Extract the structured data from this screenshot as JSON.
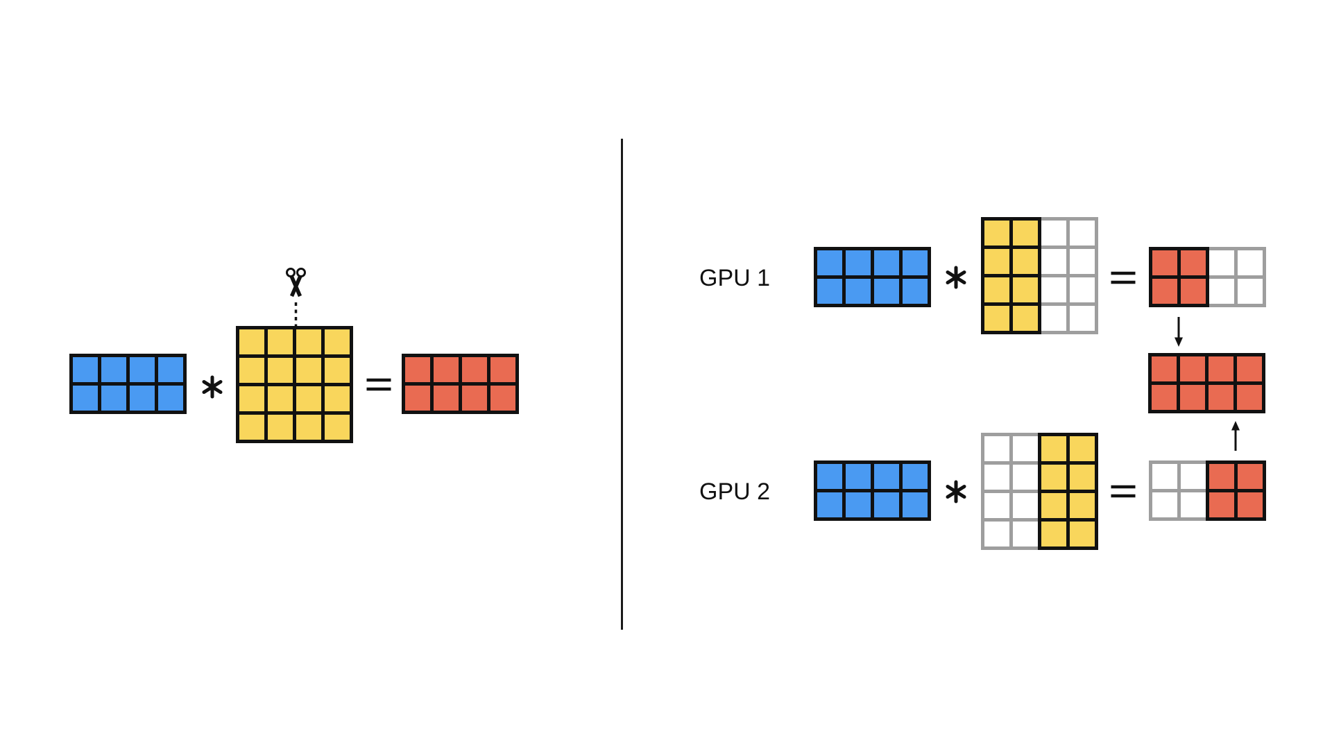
{
  "colors": {
    "matrix_blue": "#4A9AF2",
    "matrix_yellow": "#F9D65C",
    "matrix_red": "#E96B52",
    "grid_black": "#111111",
    "grid_gray": "#9E9E9E",
    "background": "#FFFFFF",
    "text": "#111111"
  },
  "left_panel": {
    "multiply_operator": "*",
    "equals_operator": "=",
    "scissors_icon": "scissors-cut-columns",
    "cut_line_style": "vertical-dashed",
    "matrix_a": {
      "rows": 2,
      "cols": 4,
      "fill": "matrix_blue",
      "active_cols": [
        0,
        1,
        2,
        3
      ]
    },
    "matrix_b": {
      "rows": 4,
      "cols": 4,
      "fill": "matrix_yellow",
      "active_cols": [
        0,
        1,
        2,
        3
      ]
    },
    "matrix_c": {
      "rows": 2,
      "cols": 4,
      "fill": "matrix_red",
      "active_cols": [
        0,
        1,
        2,
        3
      ]
    }
  },
  "right_panel": {
    "gpu1": {
      "label": "GPU 1",
      "multiply_operator": "*",
      "equals_operator": "=",
      "matrix_a": {
        "rows": 2,
        "cols": 4,
        "fill": "matrix_blue",
        "active_cols": [
          0,
          1,
          2,
          3
        ]
      },
      "matrix_b": {
        "rows": 4,
        "cols": 4,
        "fill": "matrix_yellow",
        "active_cols": [
          0,
          1
        ]
      },
      "matrix_c": {
        "rows": 2,
        "cols": 4,
        "fill": "matrix_red",
        "active_cols": [
          0,
          1
        ]
      }
    },
    "gpu2": {
      "label": "GPU 2",
      "multiply_operator": "*",
      "equals_operator": "=",
      "matrix_a": {
        "rows": 2,
        "cols": 4,
        "fill": "matrix_blue",
        "active_cols": [
          0,
          1,
          2,
          3
        ]
      },
      "matrix_b": {
        "rows": 4,
        "cols": 4,
        "fill": "matrix_yellow",
        "active_cols": [
          2,
          3
        ]
      },
      "matrix_c": {
        "rows": 2,
        "cols": 4,
        "fill": "matrix_red",
        "active_cols": [
          2,
          3
        ]
      }
    },
    "combined_matrix": {
      "rows": 2,
      "cols": 4,
      "fill": "matrix_red",
      "active_cols": [
        0,
        1,
        2,
        3
      ]
    },
    "gather_arrow_down": "arrow-down",
    "gather_arrow_up": "arrow-up"
  }
}
